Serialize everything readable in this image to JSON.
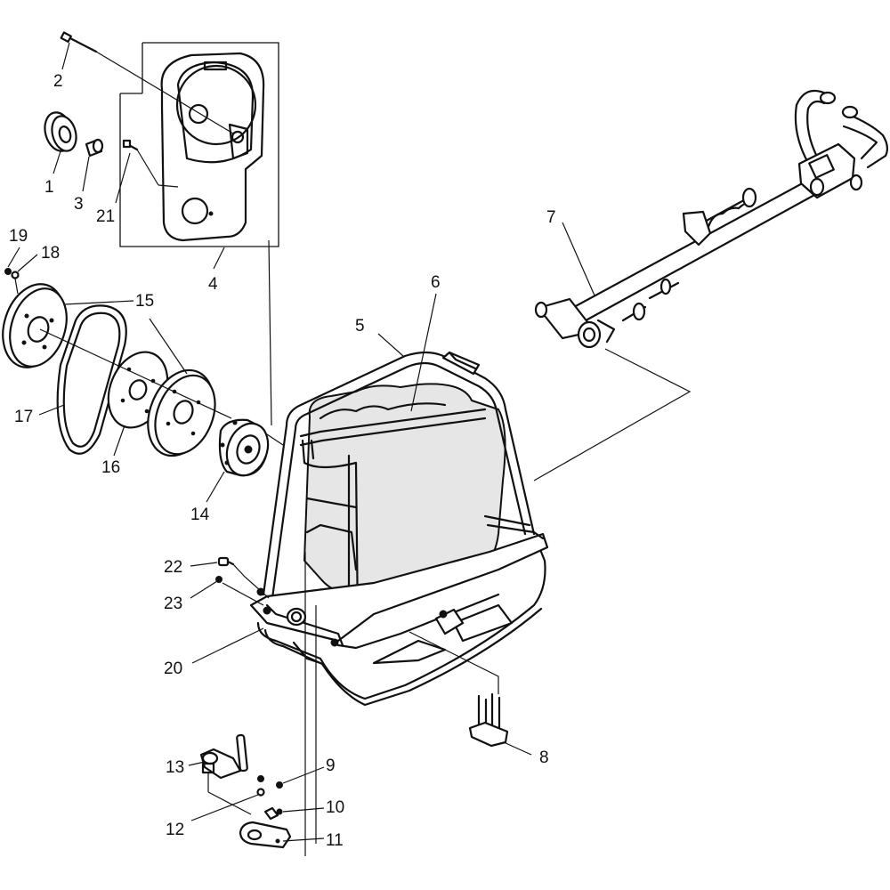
{
  "callouts": {
    "c1": "1",
    "c2": "2",
    "c3": "3",
    "c4": "4",
    "c5": "5",
    "c6": "6",
    "c7": "7",
    "c8": "8",
    "c9": "9",
    "c10": "10",
    "c11": "11",
    "c12": "12",
    "c13": "13",
    "c14": "14",
    "c15": "15",
    "c16": "16",
    "c17": "17",
    "c18": "18",
    "c19": "19",
    "c20": "20",
    "c21": "21",
    "c22": "22",
    "c23": "23"
  },
  "colors": {
    "line": "#111111",
    "background": "#ffffff",
    "shade": "#e6e6e6"
  }
}
